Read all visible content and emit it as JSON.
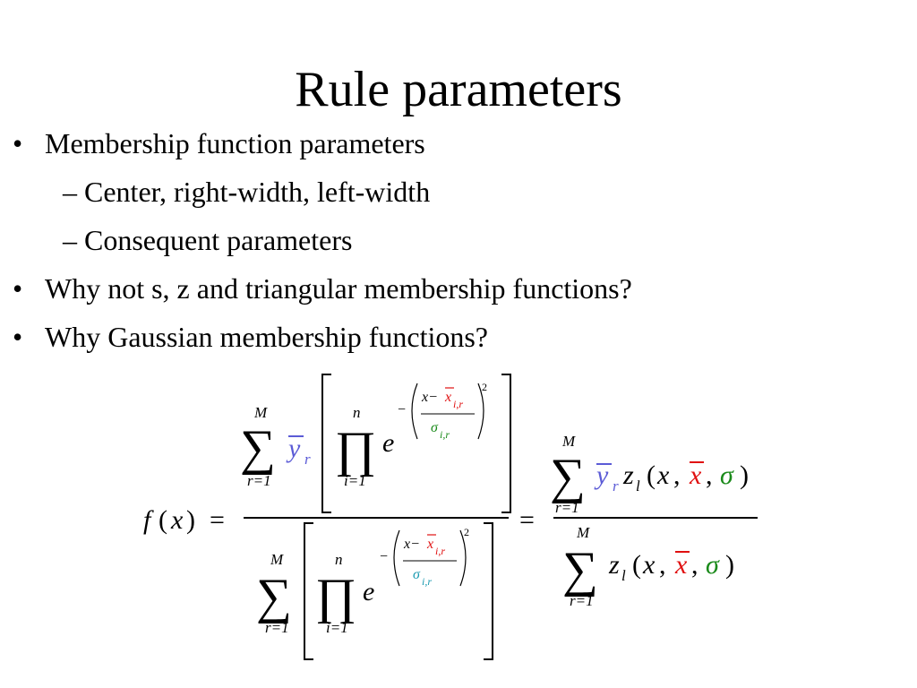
{
  "slide": {
    "title": "Rule parameters",
    "bullets": [
      {
        "level": 1,
        "marker": "•",
        "text": "Membership function parameters"
      },
      {
        "level": 2,
        "marker": "–",
        "text": "Center, right-width, left-width"
      },
      {
        "level": 2,
        "marker": "–",
        "text": "Consequent parameters"
      },
      {
        "level": 1,
        "marker": "•",
        "text": "Why not s, z and triangular membership functions?"
      },
      {
        "level": 1,
        "marker": "•",
        "text": "Why Gaussian membership functions?"
      }
    ]
  },
  "formula": {
    "f": "f",
    "x": "x",
    "lparen": "(",
    "rparen": ")",
    "equals": "=",
    "sum_symbol": "∑",
    "prod_symbol": "∏",
    "upper_M": "M",
    "lower_r1": "r=1",
    "upper_n": "n",
    "lower_i1": "i=1",
    "y": "y",
    "sub_r": "r",
    "e": "e",
    "minus": "−",
    "exponent_num_x": "x−",
    "xbar": "x",
    "sub_ir": "i,r",
    "sigma": "σ",
    "square": "2",
    "z": "z",
    "sub_l": "l",
    "comma": ",",
    "colors": {
      "ybar": "#5b5bd6",
      "xbar": "#e01010",
      "sigma_top": "#1a8a1a",
      "sigma_bottom": "#1a9ab0",
      "text": "#000000"
    }
  }
}
